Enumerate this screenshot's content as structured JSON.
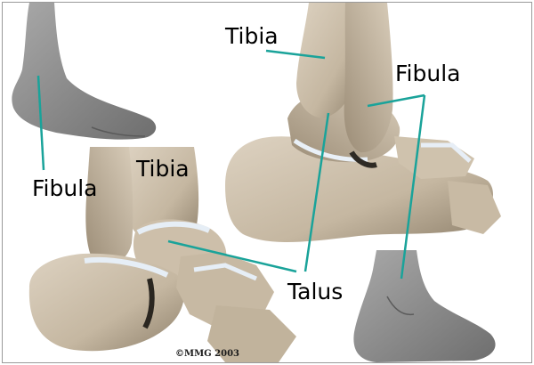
{
  "labels": {
    "tibia_top": "Tibia",
    "fibula_top": "Fibula",
    "tibia_left": "Tibia",
    "fibula_left": "Fibula",
    "talus": "Talus"
  },
  "copyright": "©MMG 2003",
  "colors": {
    "bone": "#c9bba6",
    "bone_shadow": "#8f816c",
    "cartilage": "#dfe8f2",
    "skin": "#8a8a8a",
    "leader_line": "#1aa39a",
    "border": "#9a9a9a"
  }
}
